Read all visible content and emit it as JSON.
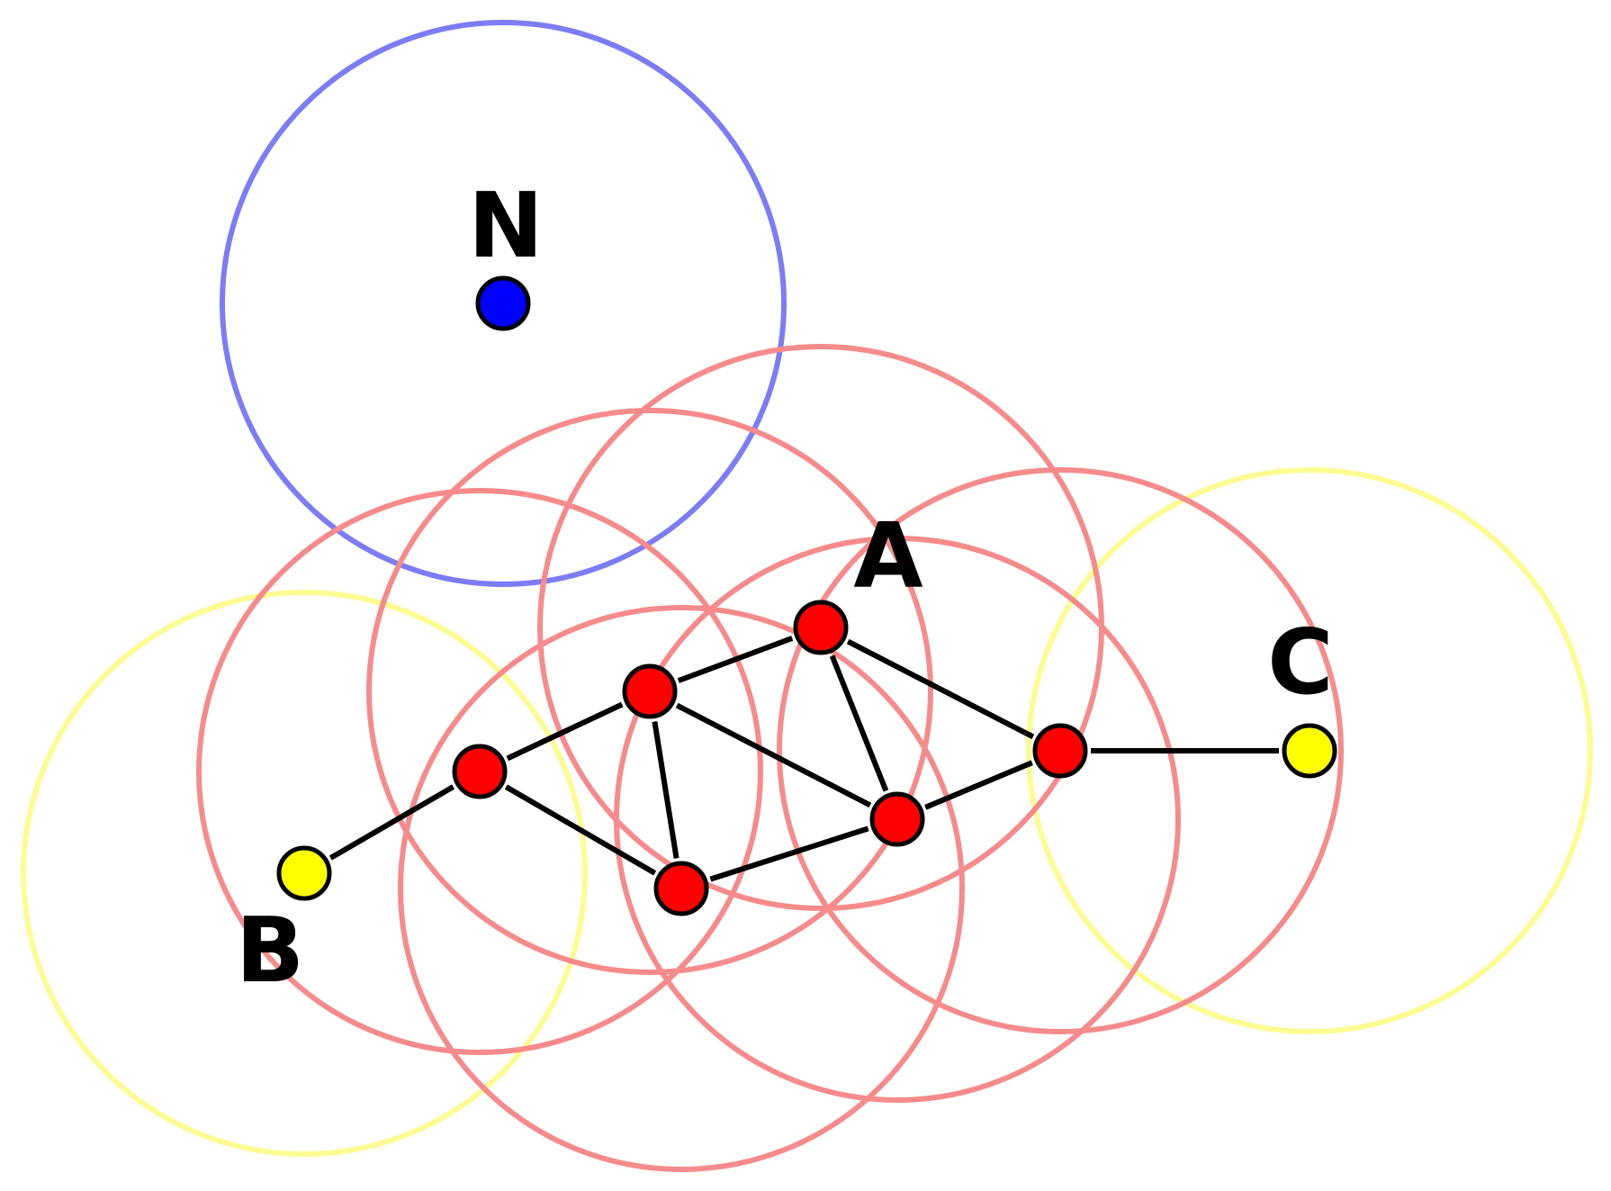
{
  "diagram": {
    "labels": {
      "noise": "N",
      "core": "A",
      "border_left": "B",
      "border_right": "C"
    },
    "colors": {
      "core": "#ff0000",
      "border": "#ffff00",
      "noise": "#0000ff",
      "core_ring": "#f78b8b",
      "border_ring": "#fcfc93",
      "noise_ring": "#7c7cf7",
      "edge": "#000000"
    },
    "nodes": [
      {
        "id": "N",
        "type": "noise"
      },
      {
        "id": "A",
        "type": "core"
      },
      {
        "id": "core-2",
        "type": "core"
      },
      {
        "id": "core-3",
        "type": "core"
      },
      {
        "id": "core-4",
        "type": "core"
      },
      {
        "id": "core-5",
        "type": "core"
      },
      {
        "id": "core-6",
        "type": "core"
      },
      {
        "id": "B",
        "type": "border"
      },
      {
        "id": "C",
        "type": "border"
      }
    ],
    "edges": [
      {
        "from": "A",
        "to": "core-2",
        "bidirectional": true
      },
      {
        "from": "A",
        "to": "core-6",
        "bidirectional": true
      },
      {
        "from": "A",
        "to": "core-5",
        "bidirectional": true
      },
      {
        "from": "core-2",
        "to": "core-3",
        "bidirectional": true
      },
      {
        "from": "core-2",
        "to": "core-4",
        "bidirectional": true
      },
      {
        "from": "core-2",
        "to": "core-5",
        "bidirectional": true
      },
      {
        "from": "core-3",
        "to": "core-4",
        "bidirectional": true
      },
      {
        "from": "core-4",
        "to": "core-5",
        "bidirectional": true
      },
      {
        "from": "core-5",
        "to": "core-6",
        "bidirectional": true
      },
      {
        "from": "core-3",
        "to": "B",
        "bidirectional": false
      },
      {
        "from": "core-6",
        "to": "C",
        "bidirectional": false
      }
    ]
  }
}
